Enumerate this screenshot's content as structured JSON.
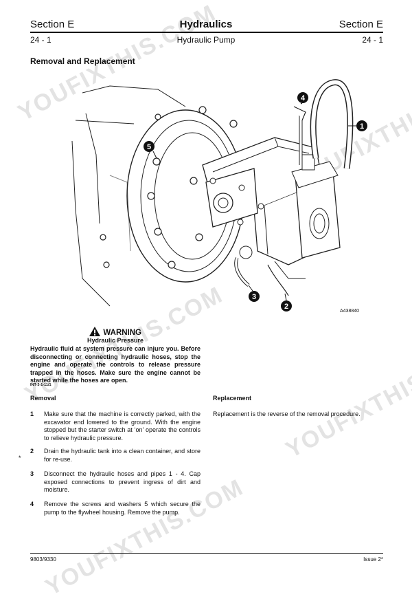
{
  "header": {
    "section_left": "Section E",
    "title": "Hydraulics",
    "section_right": "Section E",
    "page_left": "24 - 1",
    "subtitle": "Hydraulic Pump",
    "page_right": "24 - 1"
  },
  "heading": "Removal and Replacement",
  "figure": {
    "callouts": [
      "1",
      "2",
      "3",
      "4",
      "5"
    ],
    "ref": "A438840"
  },
  "watermark": "YOUFIXTHIS.COM",
  "warning": {
    "title": "WARNING",
    "subtitle": "Hydraulic Pressure",
    "body": "Hydraulic fluid at system pressure can injure you. Before disconnecting or connecting hydraulic hoses, stop the engine and operate the controls to release pressure trapped in the hoses. Make sure the engine cannot be started while the hoses are open.",
    "code": "INT-3-1-11/1"
  },
  "removal": {
    "title": "Removal",
    "steps": [
      {
        "n": "1",
        "text": "Make sure that the machine is correctly parked, with the excavator end lowered to the ground. With the engine stopped but the starter switch at ‘on’ operate the controls to relieve hydraulic pressure."
      },
      {
        "n": "2",
        "text": "Drain the hydraulic tank into a clean container, and store for re-use."
      },
      {
        "n": "3",
        "text": "Disconnect the hydraulic hoses and pipes 1 - 4. Cap exposed connections to prevent ingress of dirt and moisture."
      },
      {
        "n": "4",
        "text": "Remove the screws and washers 5 which secure the pump to the flywheel housing. Remove the pump."
      }
    ]
  },
  "replacement": {
    "title": "Replacement",
    "text": "Replacement is the reverse of the removal procedure."
  },
  "footer": {
    "left": "9803/9330",
    "right": "Issue 2*"
  },
  "margin_mark": "*"
}
